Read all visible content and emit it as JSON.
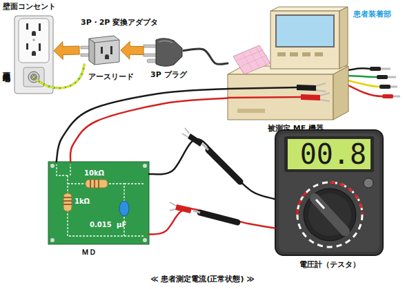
{
  "diagram": {
    "caption": "≪ 患者測定電流(正常状態) ≫",
    "nodes": [
      {
        "text": [
          "壁面コンセント"
        ]
      },
      {
        "text": [
          "3P・2P 変換アダプタ"
        ]
      },
      {
        "text": [
          "3P プラグ"
        ]
      },
      {
        "text": [
          "被測定 ME 機器"
        ]
      },
      {
        "text": [
          "ＭＤ",
          "10kΩ",
          "1kΩ",
          "0.015 μF"
        ]
      },
      {
        "text": [
          "00.8",
          "電圧計（テスタ）"
        ]
      }
    ],
    "edges": [
      {
        "from": 1,
        "to": 0,
        "arrow": "to"
      },
      {
        "from": 2,
        "to": 1,
        "arrow": "to"
      },
      {
        "from": 2,
        "to": 3,
        "arrow": "none"
      },
      {
        "from": 3,
        "to": 4,
        "arrow": "none"
      },
      {
        "from": 3,
        "to": 4,
        "arrow": "none"
      },
      {
        "from": 4,
        "to": 5,
        "arrow": "none"
      },
      {
        "from": 4,
        "to": 5,
        "arrow": "none"
      }
    ],
    "labels": [
      "壁面接地端子",
      "アースリード",
      "患者装着部"
    ]
  }
}
